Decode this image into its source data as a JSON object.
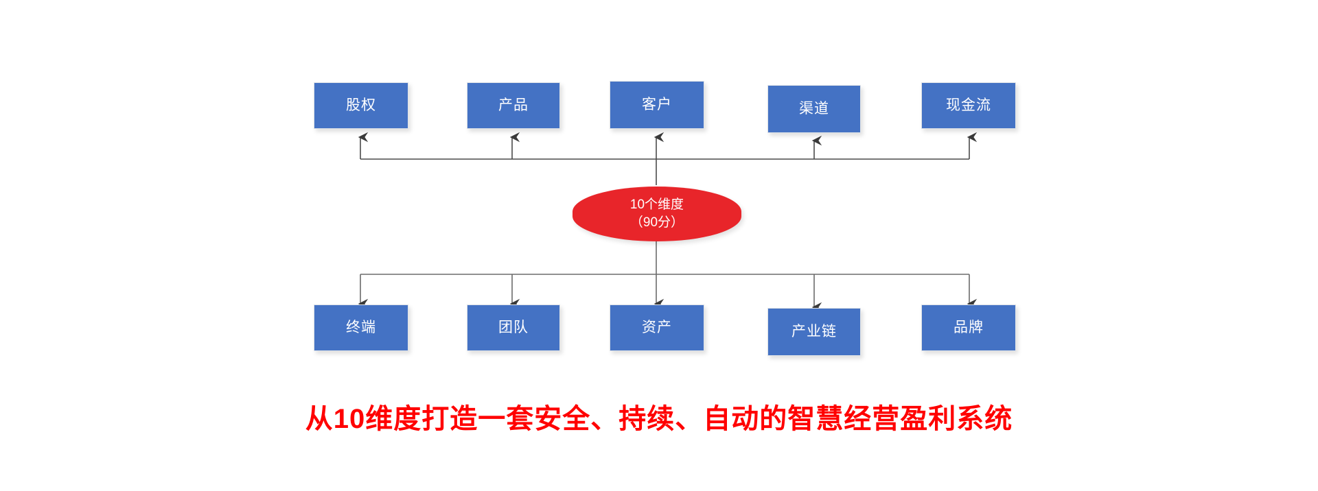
{
  "diagram": {
    "title_caption": "从10维度打造一套安全、持续、自动的智慧经营盈利系统",
    "colors": {
      "node_fill": "#4472C4",
      "node_text": "#FFFFFF",
      "hub_fill": "#E8252A",
      "hub_text": "#FFFFFF",
      "caption_text": "#FF0000",
      "connector": "#595959",
      "background": "#FFFFFF"
    },
    "hub": {
      "line1": "10个维度",
      "line2": "（90分）"
    },
    "top_nodes": [
      {
        "label": "股权"
      },
      {
        "label": "产品"
      },
      {
        "label": "客户"
      },
      {
        "label": "渠道"
      },
      {
        "label": "现金流"
      }
    ],
    "bottom_nodes": [
      {
        "label": "终端"
      },
      {
        "label": "团队"
      },
      {
        "label": "资产"
      },
      {
        "label": "产业链"
      },
      {
        "label": "品牌"
      }
    ]
  }
}
